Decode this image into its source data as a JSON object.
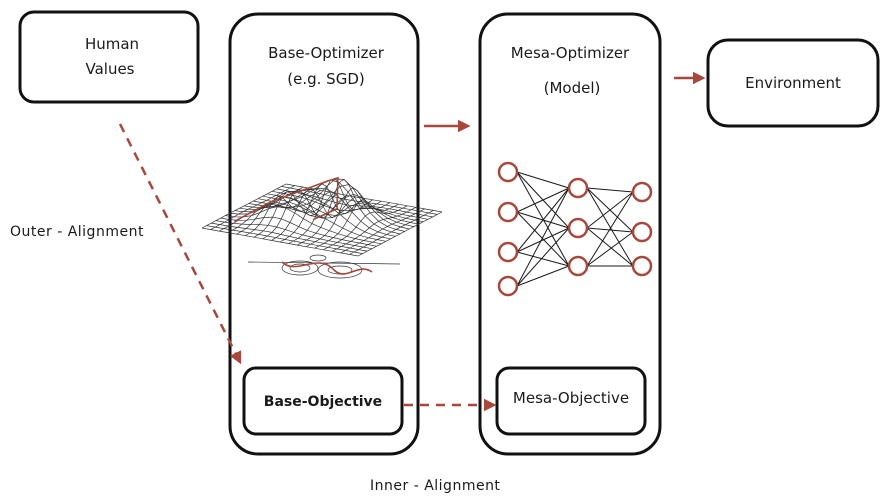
{
  "nodes": {
    "human_values": {
      "line1": "Human",
      "line2": "Values"
    },
    "base_optimizer": {
      "line1": "Base-Optimizer",
      "line2": "(e.g. SGD)"
    },
    "mesa_optimizer": {
      "line1": "Mesa-Optimizer",
      "line2": "(Model)"
    },
    "environment": {
      "label": "Environment"
    },
    "base_objective": {
      "label": "Base-Objective"
    },
    "mesa_objective": {
      "label": "Mesa-Objective"
    }
  },
  "edges": {
    "outer_alignment": {
      "label": "Outer - Alignment"
    },
    "inner_alignment": {
      "label": "Inner - Alignment"
    }
  },
  "colors": {
    "arrow": "#a8473b",
    "outline": "#111111"
  },
  "network": {
    "layers": [
      4,
      3,
      3
    ]
  }
}
